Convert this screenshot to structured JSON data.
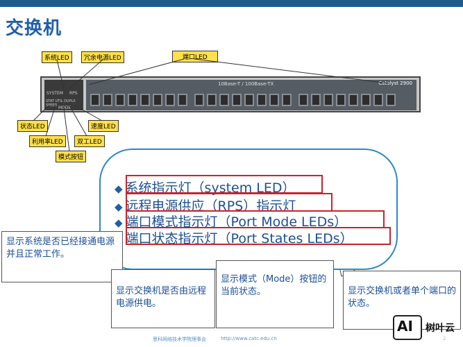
{
  "title": "交换机",
  "tags": {
    "system_led": "系统LED",
    "rps_led": "冗余电源LED",
    "port_led": "端口LED",
    "status_led": "状态LED",
    "util_led": "利用率LED",
    "mode_button": "模式按钮",
    "speed_led": "速度LED",
    "duplex_led": "双工LED"
  },
  "switch": {
    "model": "Catalyst 2900",
    "header": "10Base-T / 100Base-TX",
    "ctrl_labels": [
      "SYSTEM",
      "RPS",
      "STAT UTIL DUPLX SPEED",
      "MODE"
    ]
  },
  "items": [
    "系统指示灯（system LED）",
    "远程电源供应（RPS）指示灯",
    "端口模式指示灯（Port Mode LEDs）",
    "端口状态指示灯（Port States LEDs）"
  ],
  "notes": {
    "system": "显示系统是否已经接通电源并且正常工作。",
    "rps": "显示交换机是否由远程电源供电。",
    "mode": "显示模式（Mode）按钮的当前状态。",
    "state": "显示交换机或者单个端口的状态。"
  },
  "footer": {
    "org": "思科网络技术学院理事会",
    "url": "http://www.catc.edu.cn",
    "page": "2"
  },
  "logo": {
    "mark": "AI",
    "text": "树叶云"
  }
}
